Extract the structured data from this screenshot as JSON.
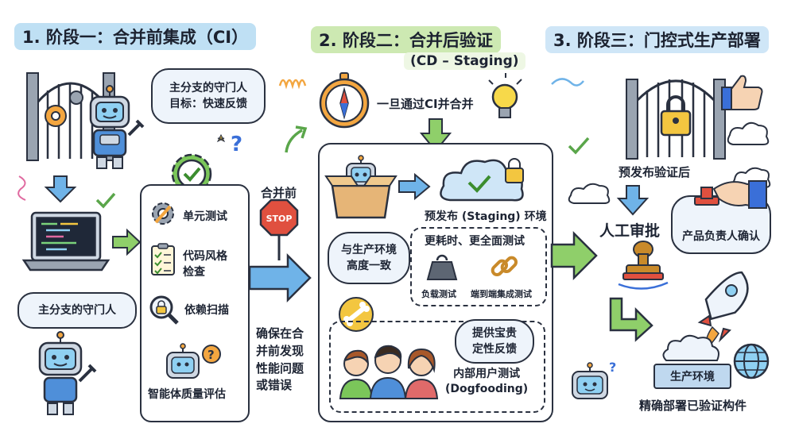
{
  "stage1": {
    "title": "1. 阶段一：合并前集成（CI）",
    "gatekeeper_bubble_line1": "主分支的守门人",
    "gatekeeper_bubble_line2": "目标：快速反馈",
    "gatekeeper_label": "主分支的守门人",
    "checks": [
      {
        "label": "单元测试",
        "icon": "gear-wrench-icon"
      },
      {
        "label": "代码风格\n检查",
        "icon": "checklist-icon"
      },
      {
        "label": "依赖扫描",
        "icon": "magnifier-lock-icon"
      },
      {
        "label": "智能体质量评估",
        "icon": "robot-question-icon"
      }
    ],
    "stop_caption": "合并前",
    "stop_text": "STOP",
    "arrow_caption": "确保在合\n并前发现\n性能问题\n或错误"
  },
  "stage2": {
    "title": "2. 阶段二：合并后验证",
    "subtitle": "(CD – Staging)",
    "trigger_text": "一旦通过CI并合并",
    "staging_label": "预发布 (Staging) 环境",
    "parity_bubble": "与生产环境\n高度一致",
    "testing_title": "更耗时、更全面测试",
    "tests": [
      {
        "label": "负载测试",
        "icon": "weight-icon"
      },
      {
        "label": "端到端集成测试",
        "icon": "chain-link-icon"
      }
    ],
    "feedback_bubble": "提供宝贵\n定性反馈",
    "dogfood_label": "内部用户测试\n(Dogfooding)"
  },
  "stage3": {
    "title": "3. 阶段三：门控式生产部署",
    "after_staging": "预发布验证后",
    "approval": "人工审批",
    "owner_confirm": "产品负责人确认",
    "production_env": "生产环境",
    "deploy_label": "精确部署已验证构件"
  },
  "colors": {
    "stage1_title_bg": "#bfe0f4",
    "stage2_title_bg": "#cde9b2",
    "stage3_title_bg": "#cfe6f7",
    "arrow_blue": "#6fb3e8",
    "arrow_green": "#8fcf6a",
    "stop_red": "#e0503f",
    "bubble_bg": "#eef4fb"
  }
}
